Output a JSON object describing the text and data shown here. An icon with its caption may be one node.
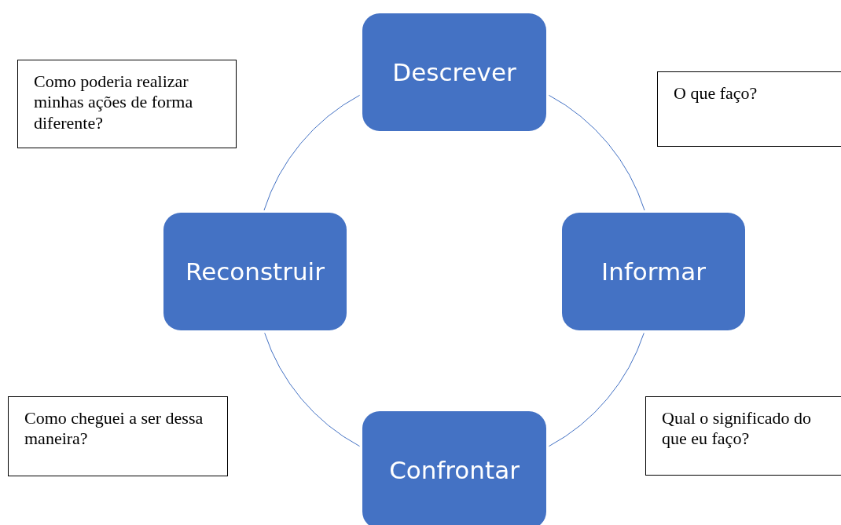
{
  "diagram": {
    "nodes": [
      {
        "text": [
          "Descrever"
        ]
      },
      {
        "text": [
          "Como poderia realizar minhas ações de forma diferente?"
        ]
      },
      {
        "text": [
          "O que faço?"
        ]
      },
      {
        "text": [
          "Reconstruir"
        ]
      },
      {
        "text": [
          "Informar"
        ]
      },
      {
        "text": [
          "Como cheguei a ser dessa maneira?"
        ]
      },
      {
        "text": [
          "Qual o significado do que eu faço?"
        ]
      },
      {
        "text": [
          "Confrontar"
        ]
      }
    ],
    "edges": [
      {
        "from": 0,
        "to": 4,
        "arrow": "none"
      },
      {
        "from": 4,
        "to": 7,
        "arrow": "none"
      },
      {
        "from": 7,
        "to": 3,
        "arrow": "none"
      },
      {
        "from": 3,
        "to": 0,
        "arrow": "none"
      }
    ]
  }
}
